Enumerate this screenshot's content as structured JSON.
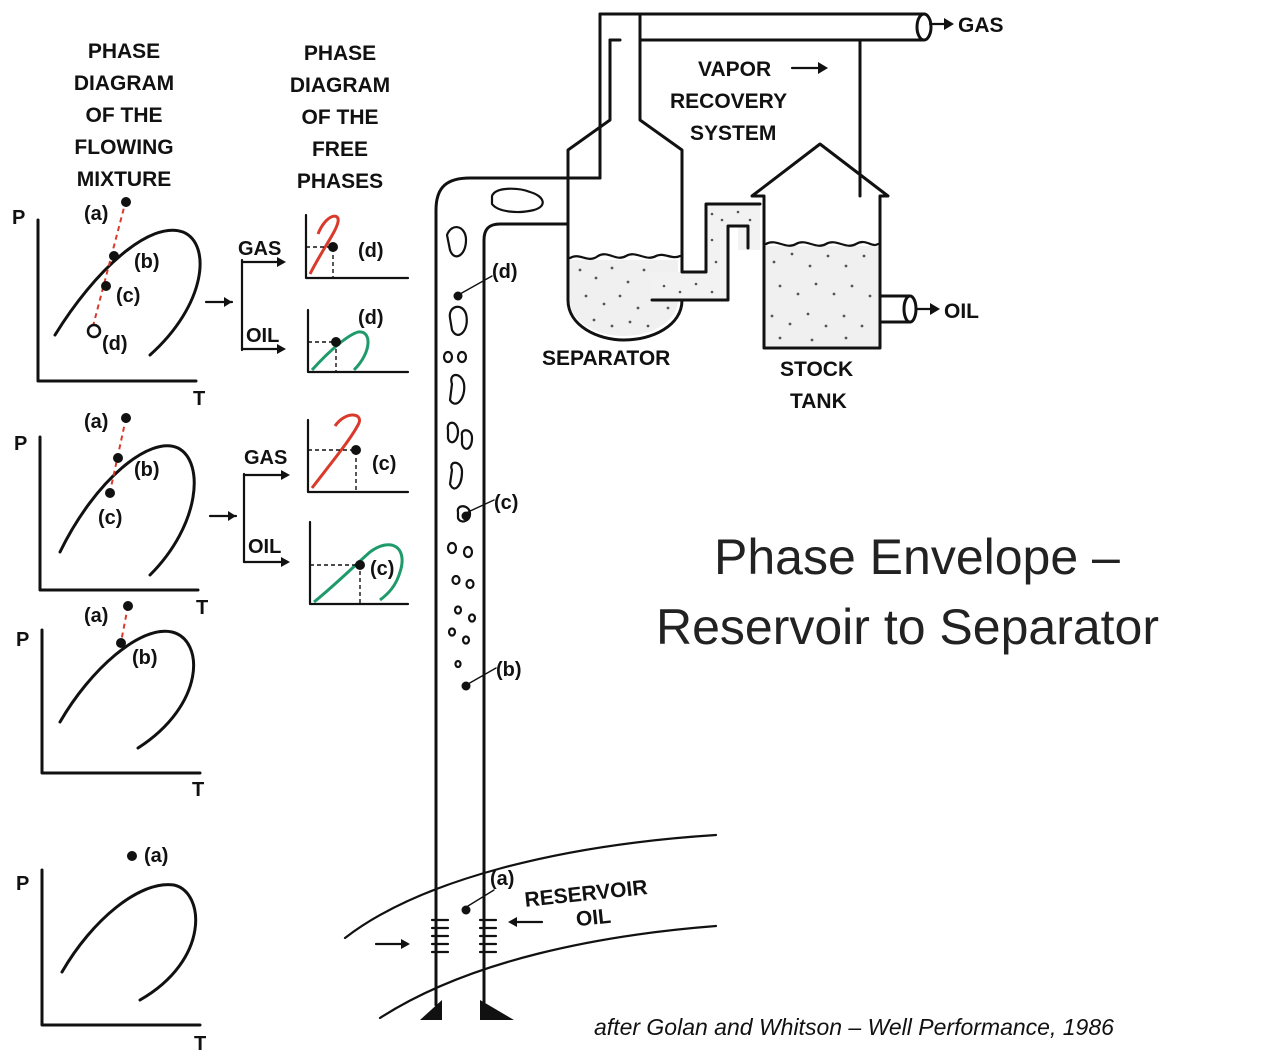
{
  "headings": {
    "flowing": [
      "PHASE",
      "DIAGRAM",
      "OF THE",
      "FLOWING",
      "MIXTURE"
    ],
    "free": [
      "PHASE",
      "DIAGRAM",
      "OF THE",
      "FREE",
      "PHASES"
    ]
  },
  "axis": {
    "p": "P",
    "t": "T"
  },
  "points": {
    "a": "(a)",
    "b": "(b)",
    "c": "(c)",
    "d": "(d)"
  },
  "phases": {
    "gas": "GAS",
    "oil": "OIL"
  },
  "equipment": {
    "gas_outlet": "GAS",
    "oil_outlet": "OIL",
    "vapor_recovery": [
      "VAPOR",
      "RECOVERY",
      "SYSTEM"
    ],
    "separator": "SEPARATOR",
    "stock_tank": [
      "STOCK",
      "TANK"
    ],
    "reservoir": [
      "RESERVOIR",
      "OIL"
    ]
  },
  "title": {
    "line1": "Phase Envelope –",
    "line2": "Reservoir to Separator"
  },
  "citation": "after Golan and Whitson – Well Performance, 1986",
  "colors": {
    "gas_curve": "#d93a2b",
    "oil_curve": "#1f9a6a",
    "path_line": "#d93a2b",
    "ink": "#111111",
    "title": "#222222"
  }
}
